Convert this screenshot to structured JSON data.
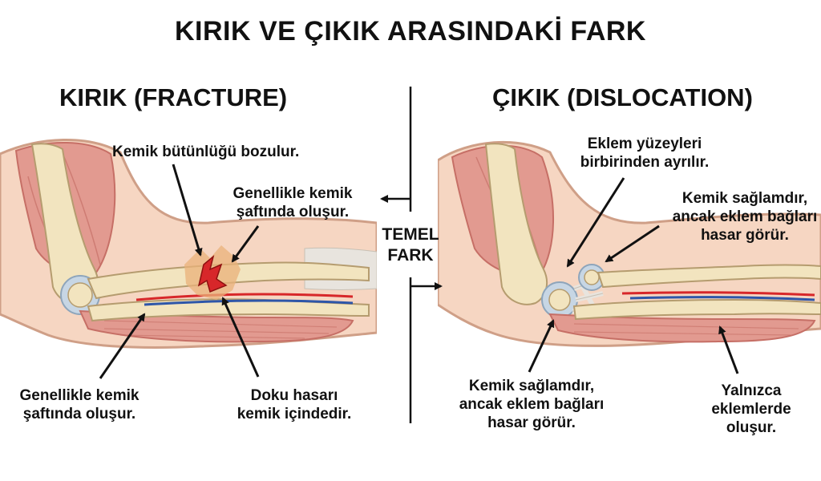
{
  "title": "KIRIK VE ÇIKIK ARASINDAKİ FARK",
  "center_label": [
    "TEMEL",
    "FARK"
  ],
  "left_panel": {
    "heading": "KIRIK (FRACTURE)",
    "labels": {
      "top": "Kemik bütünlüğü bozulur.",
      "upper_right": [
        "Genellikle kemik",
        "şaftında oluşur."
      ],
      "bottom_left": [
        "Genellikle kemik",
        "şaftında oluşur."
      ],
      "bottom_right": [
        "Doku hasarı",
        "kemik içindedir."
      ]
    }
  },
  "right_panel": {
    "heading": "ÇIKIK (DISLOCATION)",
    "labels": {
      "top": [
        "Eklem yüzeyleri",
        "birbirinden ayrılır."
      ],
      "upper_right": [
        "Kemik sağlamdır,",
        "ancak eklem bağları",
        "hasar görür."
      ],
      "bottom_left": [
        "Kemik sağlamdır,",
        "ancak eklem bağları",
        "hasar görür."
      ],
      "bottom_right": [
        "Yalnızca",
        "eklemlerde",
        "oluşur."
      ]
    }
  },
  "colors": {
    "skin": "#f6d6c2",
    "skin_outline": "#cf9f87",
    "muscle": "#e29a90",
    "muscle_stripe": "#c66f66",
    "bone": "#f2e4bf",
    "bone_outline": "#b59c6f",
    "cartilage": "#c7d6e4",
    "tendon": "#e8e4de",
    "blood": "#d7272a",
    "vein": "#2e56a8",
    "arrow": "#111111"
  }
}
